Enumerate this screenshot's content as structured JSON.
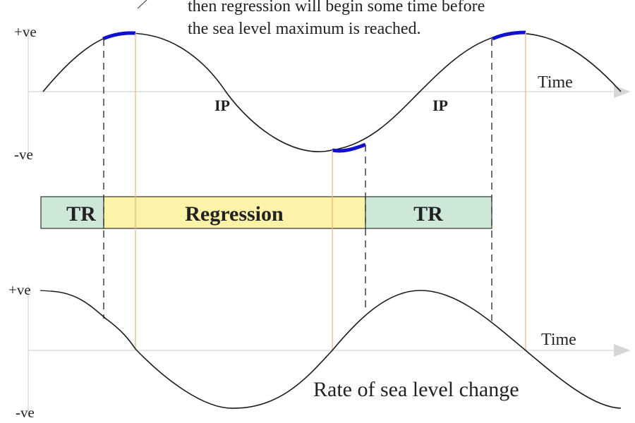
{
  "annotation": {
    "line1": "then regression will begin some time before",
    "line2": "the sea level maximum is reached."
  },
  "top_graph": {
    "y_pos_label": "+ve",
    "y_neg_label": "-ve",
    "x_label": "Time",
    "inflection_labels": [
      "IP",
      "IP"
    ]
  },
  "band": {
    "segments": [
      {
        "label": "TR",
        "color": "#cde8d6"
      },
      {
        "label": "Regression",
        "color": "#fdf3a8"
      },
      {
        "label": "TR",
        "color": "#cde8d6"
      }
    ]
  },
  "bottom_graph": {
    "y_pos_label": "+ve",
    "y_neg_label": "-ve",
    "x_label": "Time",
    "caption": "Rate of sea level change"
  },
  "colors": {
    "curve": "#1a1a1a",
    "axis": "#d9d9d9",
    "highlight": "#1010d0",
    "orange_marker": "#e8b985",
    "dashed": "#333333"
  }
}
